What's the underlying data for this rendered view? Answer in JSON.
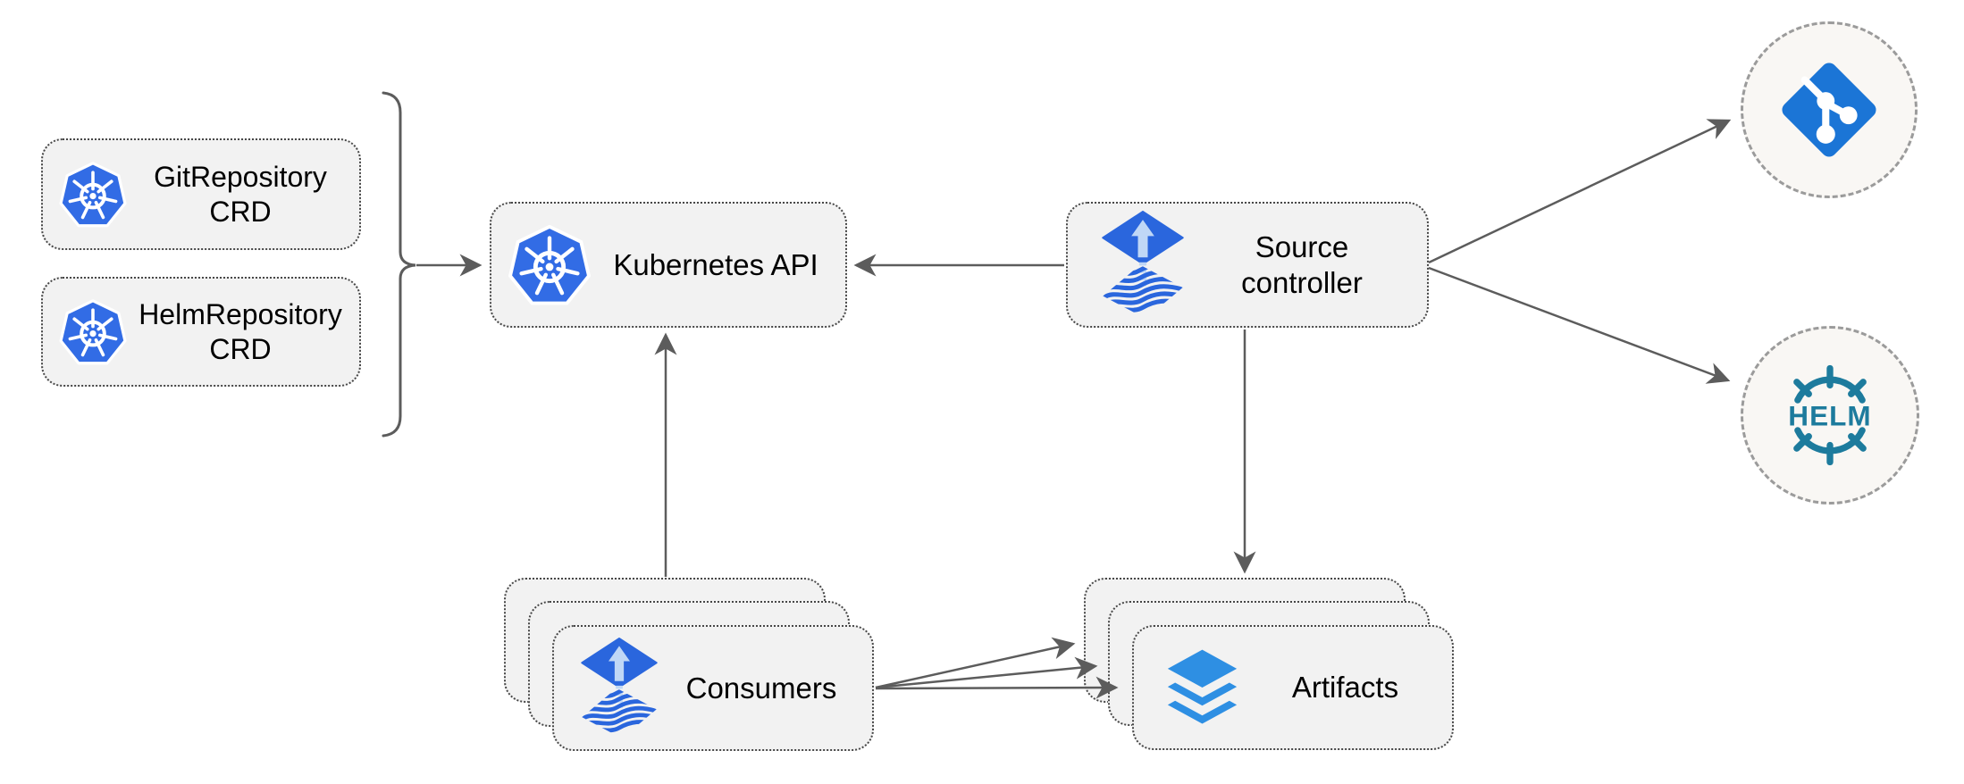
{
  "nodes": {
    "git_repository_crd": {
      "label": "GitRepository CRD",
      "icon": "kubernetes-icon"
    },
    "helm_repository_crd": {
      "label": "HelmRepository CRD",
      "icon": "kubernetes-icon"
    },
    "kubernetes_api": {
      "label": "Kubernetes API",
      "icon": "kubernetes-icon"
    },
    "source_controller": {
      "label": "Source controller",
      "icon": "flux-source-icon"
    },
    "consumers": {
      "label": "Consumers",
      "icon": "flux-source-icon",
      "stacked_sheets": 3
    },
    "artifacts": {
      "label": "Artifacts",
      "icon": "layers-icon",
      "stacked_sheets": 3
    },
    "git_endpoint": {
      "icon": "git-icon"
    },
    "helm_endpoint": {
      "icon": "helm-icon",
      "label": "HELM"
    }
  },
  "edges": [
    {
      "from": "git_repository_crd,helm_repository_crd",
      "to": "kubernetes_api",
      "style": "brace-then-arrow"
    },
    {
      "from": "source_controller",
      "to": "kubernetes_api",
      "style": "arrow"
    },
    {
      "from": "consumers",
      "to": "kubernetes_api",
      "style": "arrow"
    },
    {
      "from": "source_controller",
      "to": "artifacts",
      "style": "arrow"
    },
    {
      "from": "source_controller",
      "to": "git_endpoint",
      "style": "arrow"
    },
    {
      "from": "source_controller",
      "to": "helm_endpoint",
      "style": "arrow"
    },
    {
      "from": "consumers",
      "to": "artifacts",
      "style": "arrow",
      "count": 3
    }
  ],
  "colors": {
    "background": "#ffffff",
    "node_fill": "#f2f2f2",
    "node_border": "#474747",
    "circle_fill": "#f9f7f4",
    "circle_border": "#9b9b9b",
    "connector": "#5c5c5c",
    "kubernetes_blue": "#326ce5",
    "flux_blue": "#2a66dd",
    "flux_light_blue": "#bfd7f6",
    "git_blue": "#1b75d6",
    "helm_teal": "#1d7b9d",
    "layers_blue": "#2e8fe3",
    "text": "#000000"
  }
}
